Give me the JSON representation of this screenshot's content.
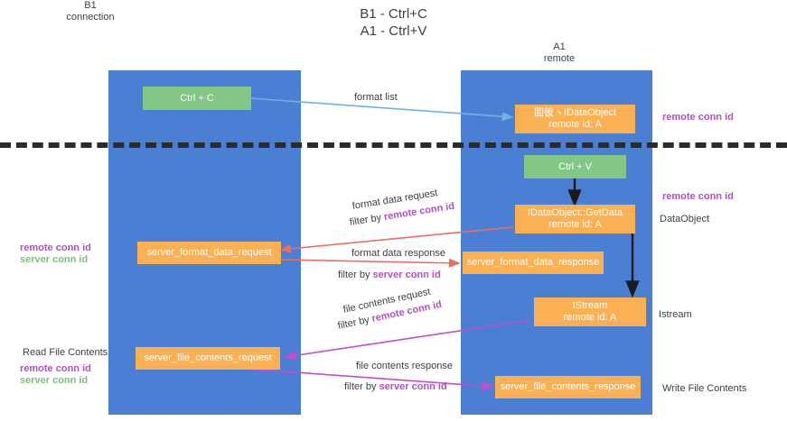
{
  "title": {
    "line1": "B1 - Ctrl+C",
    "line2": "A1 - Ctrl+V"
  },
  "columns": {
    "b1": {
      "name": "B1",
      "role": "connection"
    },
    "a1": {
      "name": "A1",
      "role": "remote"
    }
  },
  "colors": {
    "lane": "#4a7fd4",
    "green_box": "#82c784",
    "orange_box": "#fbb054",
    "magenta_text": "#b14fc4",
    "green_text": "#7ac07c",
    "blue_arrow": "#6fb2e0",
    "red_arrow": "#ef6b5f",
    "magenta_arrow": "#c44ec4",
    "black_arrow": "#1a1a1a",
    "divider": "#2b2b2b",
    "body_text": "#3c4043"
  },
  "nodes": {
    "ctrl_c": "Ctrl + C",
    "ctrl_v": "Ctrl + V",
    "idataobject": {
      "line1": "囬彼ヽIDataObject",
      "line2": "remote id: A"
    },
    "idataobject_getdata": {
      "line1": "IDataObject::GetData",
      "line2": "remote id: A"
    },
    "istream": {
      "line1": "IStream",
      "line2": "remote id: A"
    },
    "server_format_data_request": "server_format_data_request",
    "server_format_data_response": "server_format_data_response",
    "server_file_contents_request": "server_file_contents_request",
    "server_file_contents_response": "server_file_contents_response"
  },
  "edge_labels": {
    "format_list": "format list",
    "format_data_request": "format data request",
    "format_data_request_filter_prefix": "filter by ",
    "format_data_request_filter_key": "remote conn id",
    "format_data_response": "format data response",
    "format_data_response_filter_prefix": "filter by ",
    "format_data_response_filter_key": "server conn id",
    "file_contents_request": "file contents request",
    "file_contents_request_filter_prefix": "filter by ",
    "file_contents_request_filter_key": "remote conn id",
    "file_contents_response": "file contents response",
    "file_contents_response_filter_prefix": "filter by ",
    "file_contents_response_filter_key": "server conn id"
  },
  "annotations": {
    "right_remote_conn_id_top": "remote conn id",
    "right_remote_conn_id_mid": "remote conn id",
    "right_dataobject": "DataObject",
    "right_istream": "Istream",
    "right_write_file_contents": "Write File Contents",
    "left_remote_conn_id": "remote conn id",
    "left_server_conn_id": "server conn id",
    "left_read_file_contents": "Read File Contents",
    "left_bottom_remote_conn_id": "remote conn id",
    "left_bottom_server_conn_id": "server conn id"
  }
}
